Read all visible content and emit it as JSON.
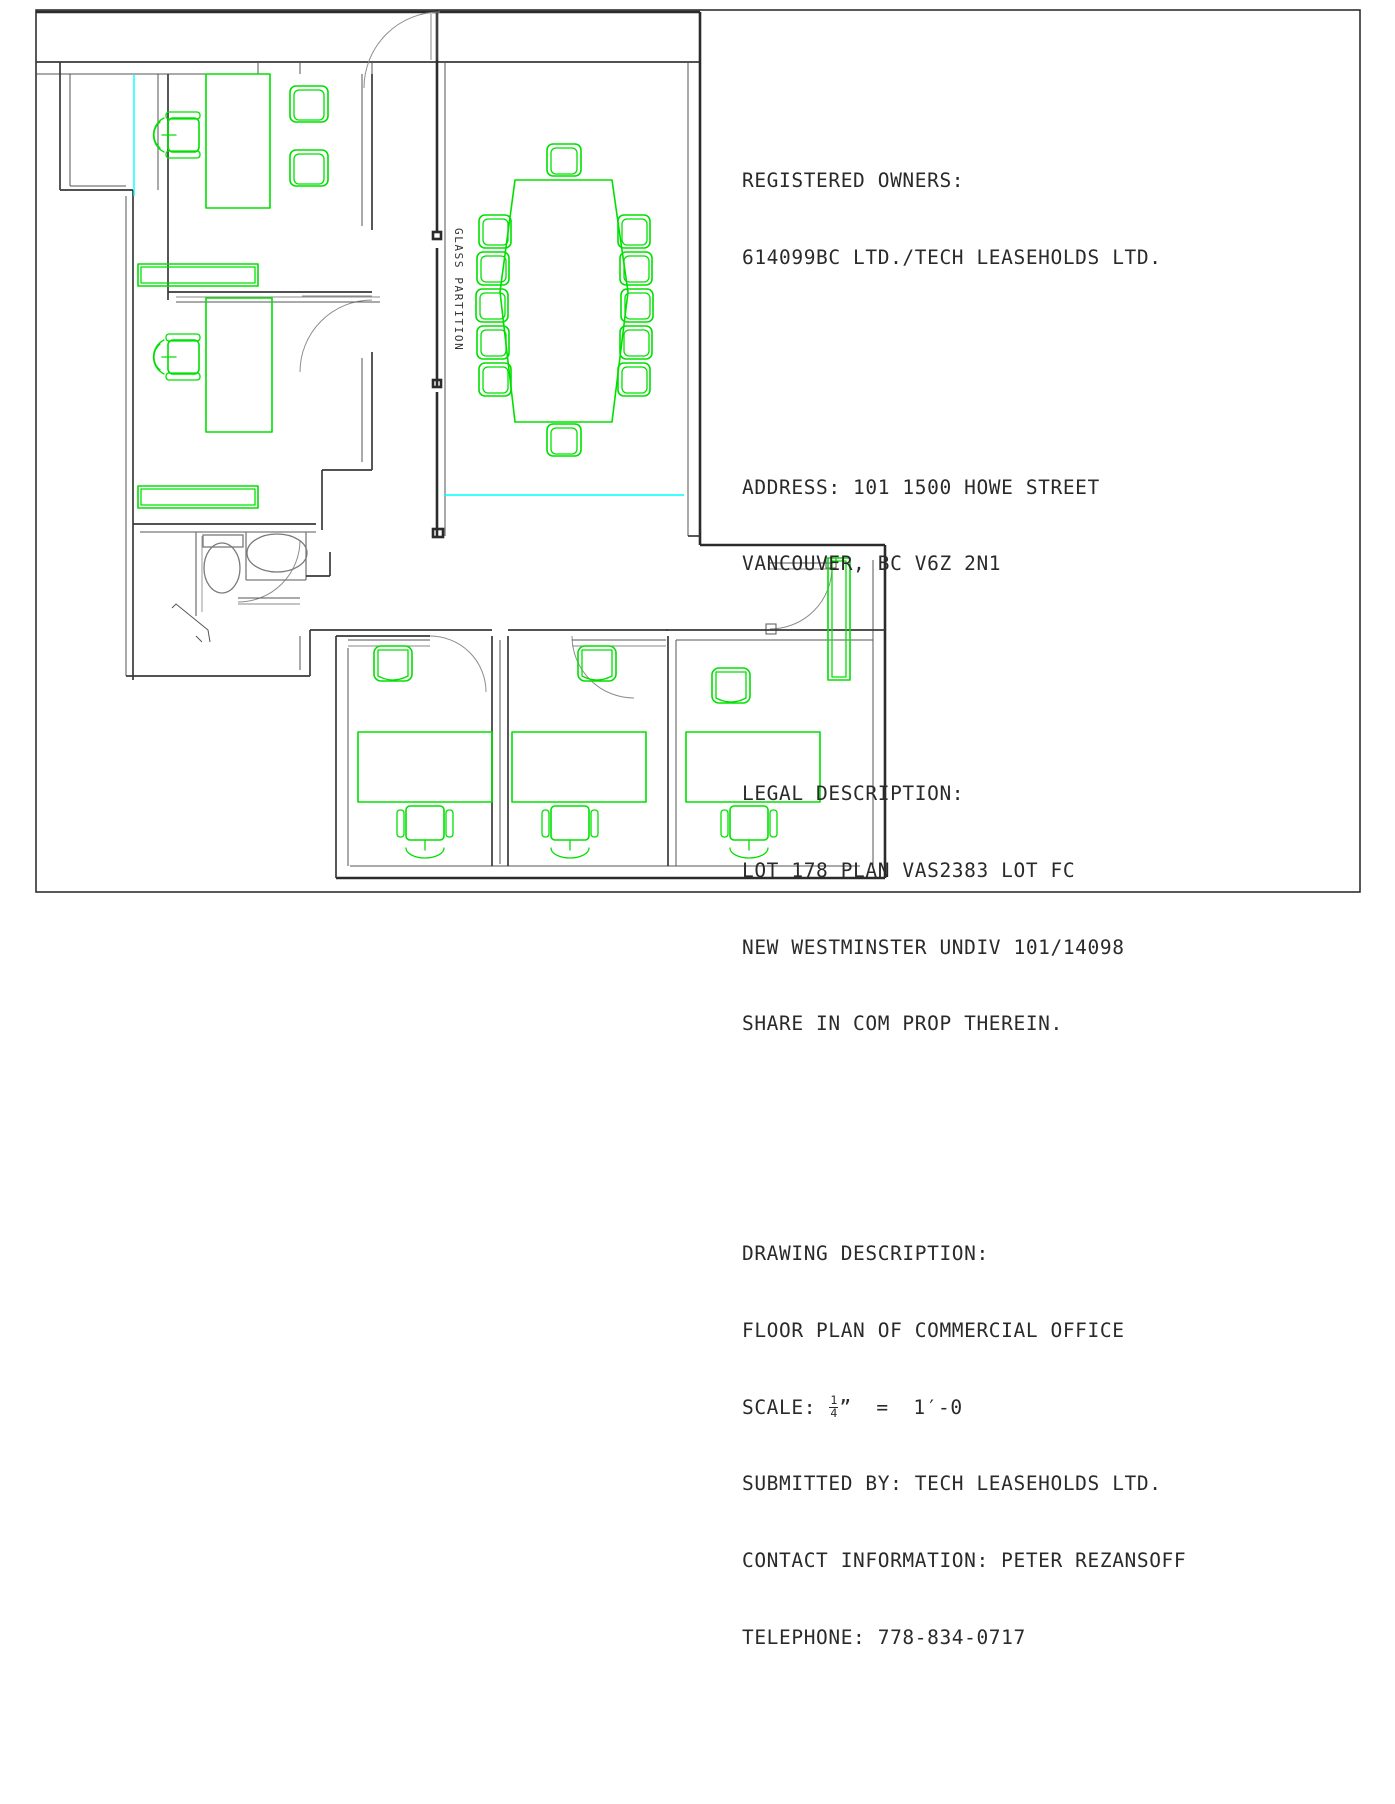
{
  "drawing": {
    "sheet_border": true,
    "plan_label_glass_partition": "GLASS PARTITION",
    "colors": {
      "furniture": "#00e000",
      "glazing": "#00ffff",
      "wall": "#2b2b2b",
      "text": "#2a2a2a",
      "background": "#ffffff"
    }
  },
  "titleblock": {
    "registered_owners": {
      "heading": "REGISTERED OWNERS:",
      "line1": "614099BC LTD./TECH LEASEHOLDS LTD."
    },
    "address": {
      "line1": "ADDRESS: 101 1500 HOWE STREET",
      "line2": "VANCOUVER, BC V6Z 2N1"
    },
    "legal_description": {
      "heading": "LEGAL DESCRIPTION:",
      "line1": "LOT 178 PLAN VAS2383 LOT FC",
      "line2": "NEW WESTMINSTER UNDIV 101/14098",
      "line3": "SHARE IN COM PROP THEREIN."
    },
    "drawing_description": {
      "heading": "DRAWING DESCRIPTION:",
      "line1": "FLOOR PLAN OF COMMERCIAL OFFICE",
      "scale_prefix": "SCALE: ",
      "scale_numerator": "1",
      "scale_denominator": "4",
      "scale_suffix": "”  =  1′-0",
      "submitted_by": "SUBMITTED BY: TECH LEASEHOLDS LTD.",
      "contact": "CONTACT INFORMATION: PETER REZANSOFF",
      "telephone": "TELEPHONE: 778-834-0717"
    }
  }
}
